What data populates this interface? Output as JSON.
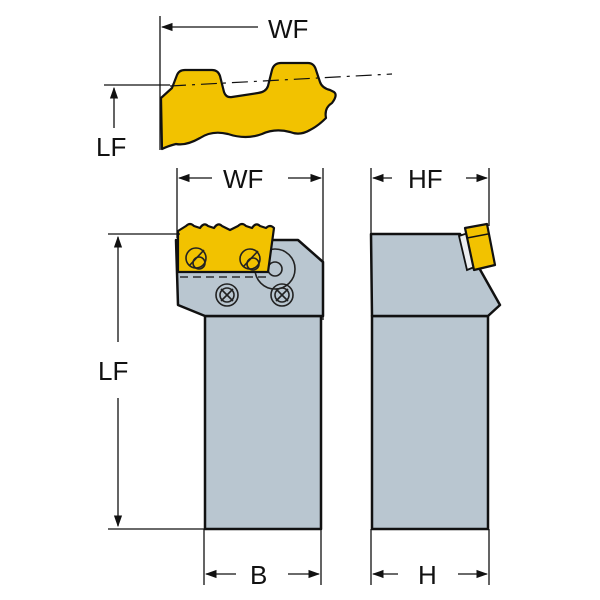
{
  "diagram": {
    "title": "Parting/grooving tool holder dimension drawing",
    "labels": {
      "insert_wf": "WF",
      "insert_lf": "LF",
      "front_wf": "WF",
      "front_lf": "LF",
      "side_hf": "HF",
      "front_b": "B",
      "side_h": "H"
    },
    "colors": {
      "insert": "#f2c200",
      "body": "#b9c6d0",
      "outline": "#111111",
      "background": "#ffffff"
    }
  }
}
